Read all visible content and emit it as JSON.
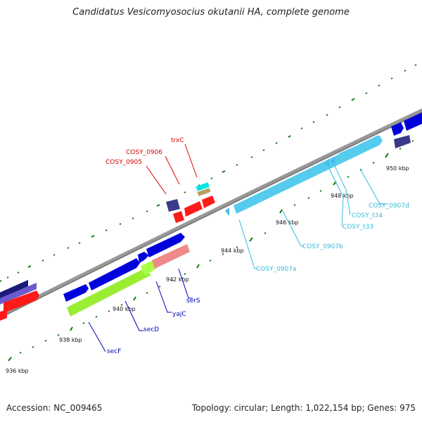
{
  "title": "Candidatus Vesicomyosocius okutanii HA, complete genome",
  "footer": {
    "accession": "Accession: NC_009465",
    "summary": "Topology: circular; Length: 1,022,154 bp; Genes: 975"
  },
  "colors": {
    "forward_cds": "#0000dd",
    "reverse_cds": "#ff0000",
    "rna_blue": "#55ccee",
    "backbone": "#888888",
    "tick": "#117711",
    "label_red": "#dd0000",
    "label_blue": "#0000bb",
    "label_cyan": "#33bbdd"
  },
  "kbp_ticks": [
    "936 kbp",
    "938 kbp",
    "940 kbp",
    "942 kbp",
    "944 kbp",
    "946 kbp",
    "948 kbp",
    "950 kbp"
  ],
  "gene_labels": {
    "trxC": "trxC",
    "cosy0906": "COSY_0906",
    "cosy0905": "COSY_0905",
    "secF": "secF",
    "secD": "secD",
    "yajC": "yajC",
    "serS": "serS",
    "cosy0907a": "COSY_0907a",
    "cosy0907b": "COSY_0907b",
    "cosyt33": "COSY_t33",
    "cosyt34": "COSY_t34",
    "cosy0907d": "COSY_0907d"
  }
}
